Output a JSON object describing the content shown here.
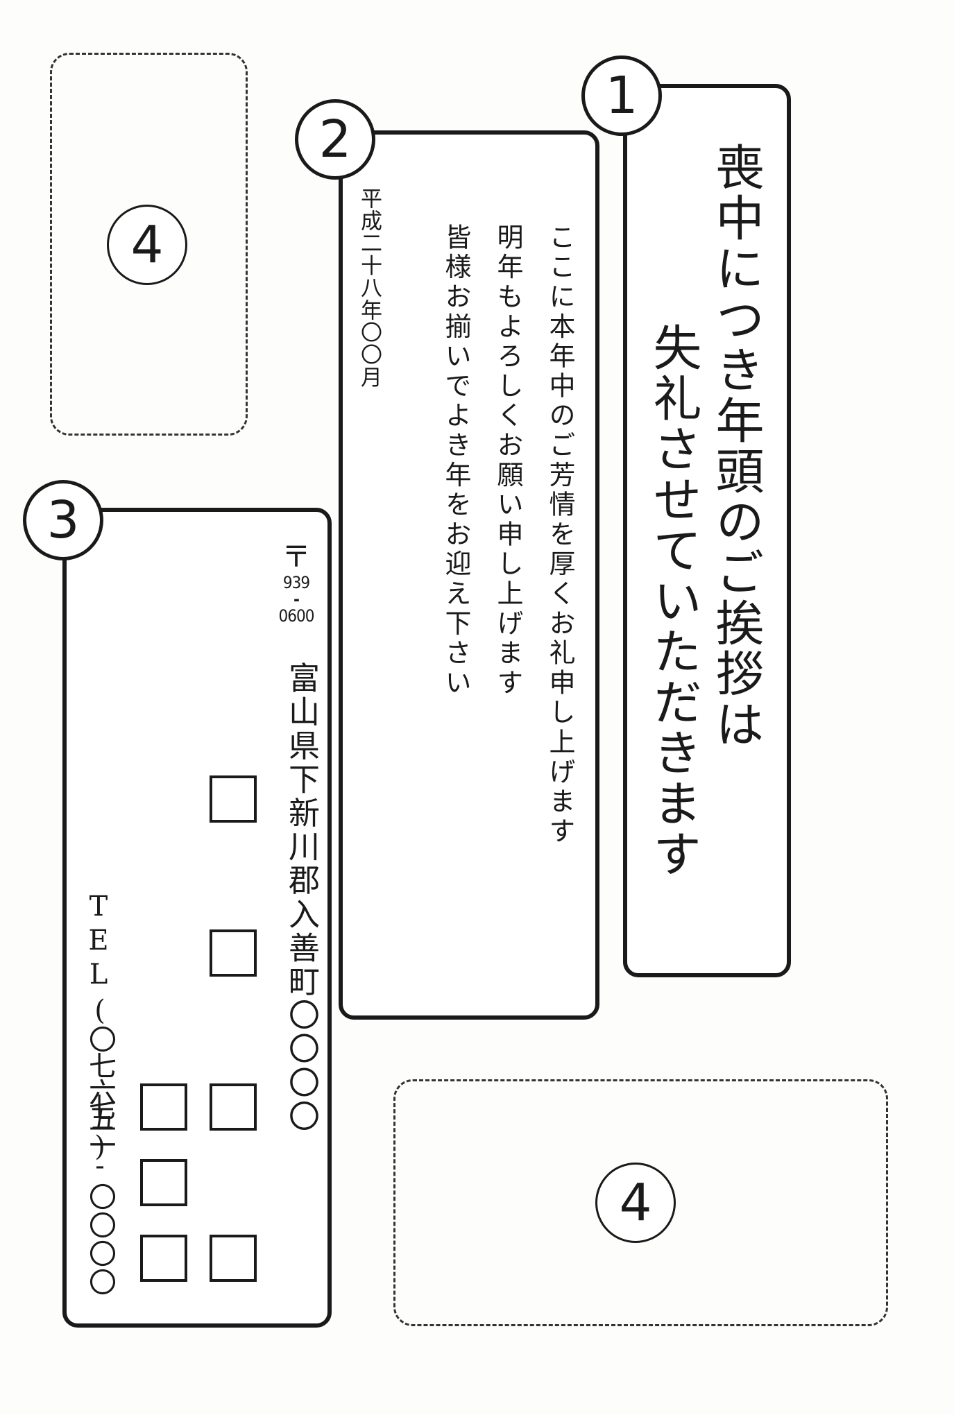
{
  "markers": {
    "one": "1",
    "two": "2",
    "three": "3",
    "four": "4"
  },
  "section1": {
    "line1": "喪中につき年頭のご挨拶は",
    "line2": "失礼させていただきます"
  },
  "section2": {
    "body_line1": "ここに本年中のご芳情を厚くお礼申し上げます",
    "body_line2": "明年もよろしくお願い申し上げます",
    "body_line3": "皆様お揃いでよき年をお迎え下さい",
    "date": "平成二十八年〇〇月"
  },
  "section3": {
    "postal_mark": "〒",
    "postal_code_top": "939",
    "postal_dash": "-",
    "postal_code_bottom": "0600",
    "address": "富山県下新川郡入善町〇〇〇〇",
    "tel_label": "TEL",
    "phone_area": "(〇七六五)",
    "phone_number": "七二-〇〇〇〇"
  }
}
